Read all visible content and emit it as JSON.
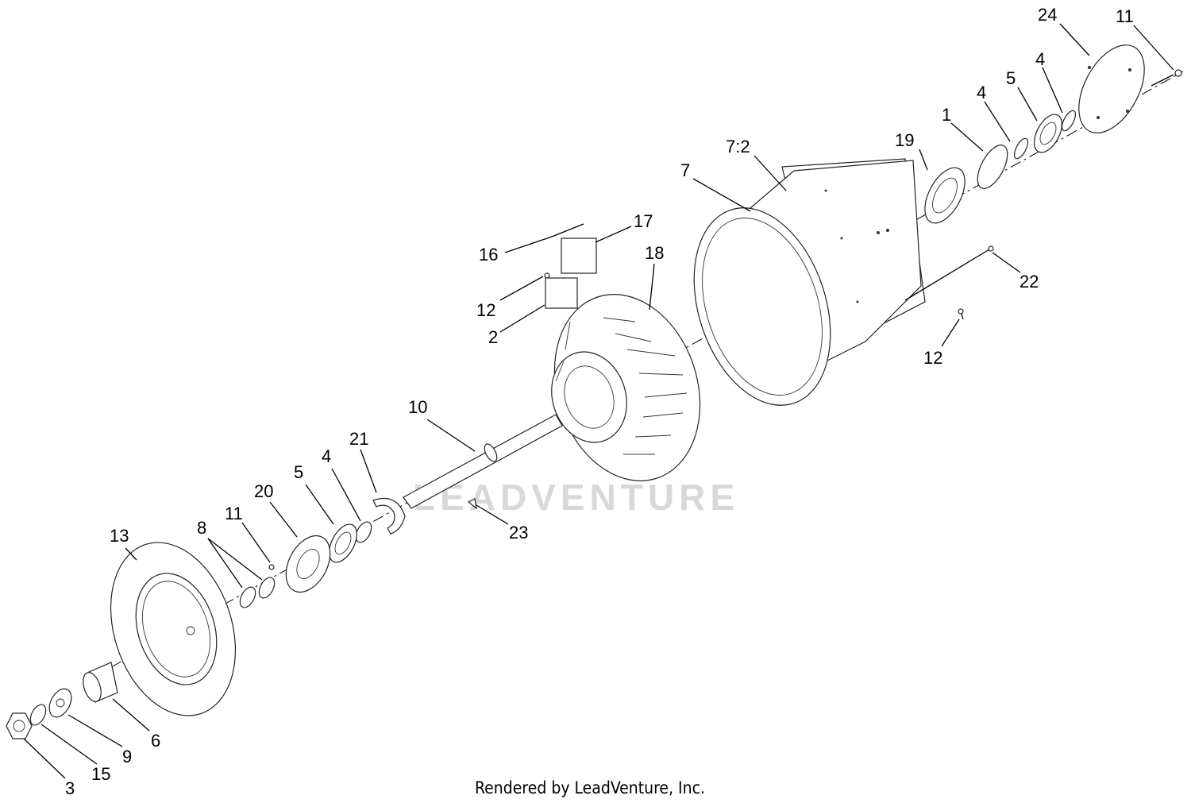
{
  "diagram": {
    "watermark": "LEADVENTURE",
    "footer": "Rendered by LeadVenture, Inc.",
    "callouts": {
      "c24": "24",
      "c11_top": "11",
      "c4_top_right": "4",
      "c5_top_right": "5",
      "c4_top_mid": "4",
      "c1": "1",
      "c19": "19",
      "c7_2": "7:2",
      "c7": "7",
      "c17": "17",
      "c16": "16",
      "c18": "18",
      "c12_left": "12",
      "c2": "2",
      "c22": "22",
      "c12_right": "12",
      "c10": "10",
      "c21": "21",
      "c4_low": "4",
      "c5_low": "5",
      "c20": "20",
      "c11_low": "11",
      "c8": "8",
      "c13": "13",
      "c23": "23",
      "c6": "6",
      "c9": "9",
      "c15": "15",
      "c3": "3"
    }
  }
}
